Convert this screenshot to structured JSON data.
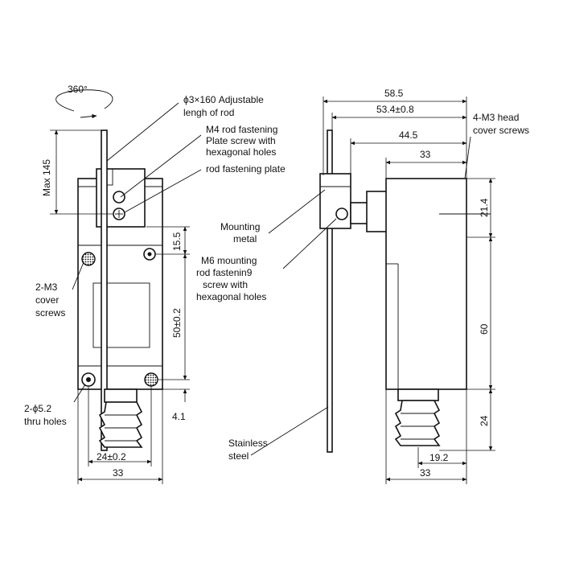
{
  "labels": {
    "rotation": "360°",
    "rod_line1": "ϕ3×160 Adjustable",
    "rod_line2": "lengh of rod",
    "m4_line1": "M4 rod fastening",
    "m4_line2": "Plate  screw with",
    "m4_line3": "hexagonal holes",
    "fastening_plate": "rod fastening plate",
    "cover_line1": "2-M3",
    "cover_line2": "cover",
    "cover_line3": "screws",
    "thru_line1": "2-ϕ5.2",
    "thru_line2": "thru holes",
    "mounting_line1": "Mounting",
    "mounting_line2": "metal",
    "m6_line1": "M6 mounting",
    "m6_line2": "rod fastenin9",
    "m6_line3": "screw with",
    "m6_line4": "hexagonal holes",
    "stainless_line1": "Stainless",
    "stainless_line2": "steel",
    "head_line1": "4-M3 head",
    "head_line2": "cover screws"
  },
  "dimensions": {
    "max_145": "Max 145",
    "d15_5": "15.5",
    "d50": "50±0.2",
    "d4_1": "4.1",
    "d24_width": "24±0.2",
    "d33_front": "33",
    "d58_5": "58.5",
    "d53_4": "53.4±0.8",
    "d44_5": "44.5",
    "d33_top": "33",
    "d21_4": "21.4",
    "d60": "60",
    "d24_height": "24",
    "d19_2": "19.2",
    "d33_side": "33"
  }
}
